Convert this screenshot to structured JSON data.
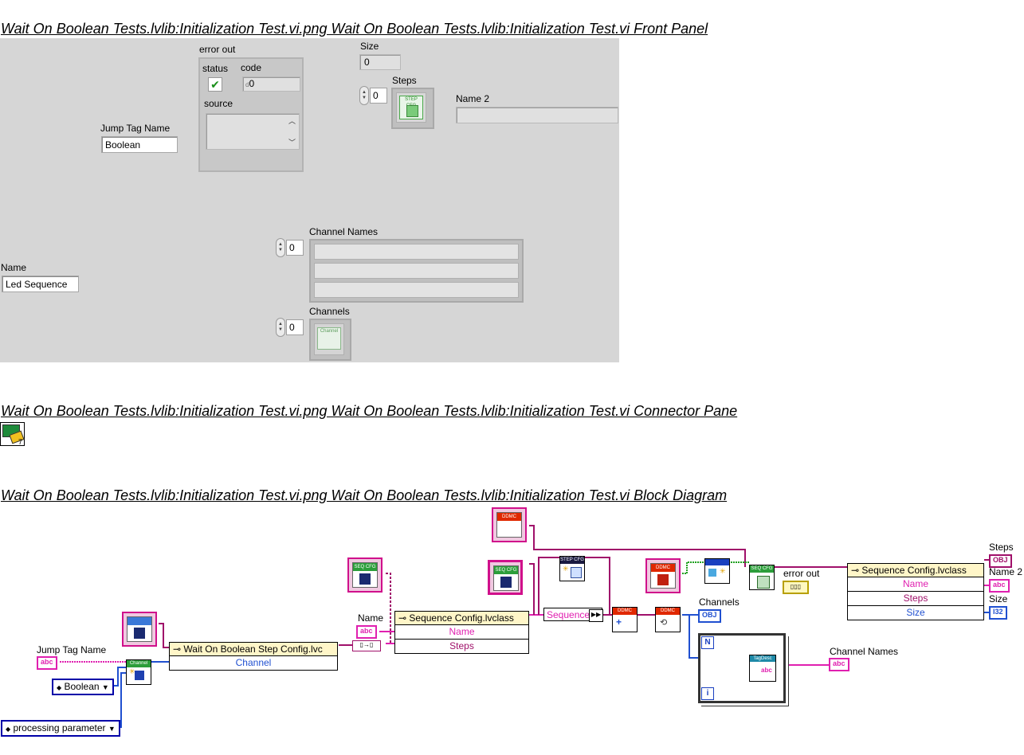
{
  "sections": {
    "front_panel_title": "Wait On Boolean Tests.lvlib:Initialization Test.vi.png  Wait On Boolean Tests.lvlib:Initialization Test.vi Front Panel",
    "connector_pane_title": "Wait On Boolean Tests.lvlib:Initialization Test.vi.png  Wait On Boolean Tests.lvlib:Initialization Test.vi Connector Pane",
    "block_diagram_title": "Wait On Boolean Tests.lvlib:Initialization Test.vi.png  Wait On Boolean Tests.lvlib:Initialization Test.vi Block Diagram"
  },
  "front_panel": {
    "error_out": {
      "label": "error out",
      "status_label": "status",
      "code_label": "code",
      "code_value": "0",
      "code_prefix": "d",
      "source_label": "source",
      "source_value": ""
    },
    "size": {
      "label": "Size",
      "value": "0"
    },
    "steps": {
      "label": "Steps",
      "index": "0",
      "element_text": "STEP CFG"
    },
    "name2": {
      "label": "Name 2",
      "value": ""
    },
    "jump_tag_name": {
      "label": "Jump Tag Name",
      "value": "Boolean"
    },
    "channel_names": {
      "label": "Channel Names",
      "index": "0"
    },
    "name": {
      "label": "Name",
      "value": "Led Sequence"
    },
    "channels": {
      "label": "Channels",
      "index": "0",
      "element_text": "Channel"
    }
  },
  "block_diagram": {
    "jump_tag_name_label": "Jump Tag Name",
    "jump_tag_terminal": "abc",
    "boolean_const": "Boolean",
    "processing_param_const": "processing parameter",
    "channel_node_label": "Channel",
    "wait_node": {
      "title": "Wait On Boolean Step Config.lvc",
      "rows": [
        "Channel"
      ]
    },
    "name_label": "Name",
    "name_terminal": "abc",
    "seq_node_1": {
      "title": "Sequence Config.lvclass",
      "rows": [
        "Name",
        "Steps"
      ]
    },
    "seq_cfg_text": "SEQ CFG",
    "step_cfg_text": "STEP CFG",
    "ddmc_text": "DDMC",
    "sequence_label": "Sequence",
    "channels_label": "Channels",
    "channels_terminal": "OBJ",
    "error_out_label": "error out",
    "error_terminal": "",
    "tag_desc_text": "TagDesc",
    "loop_n": "N",
    "loop_i": "i",
    "channel_names_label": "Channel Names",
    "channel_names_terminal": "abc",
    "seq_node_2": {
      "title": "Sequence Config.lvclass",
      "rows": [
        "Name",
        "Steps",
        "Size"
      ]
    },
    "steps_label": "Steps",
    "steps_terminal": "OBJ",
    "name2_label": "Name 2",
    "name2_terminal": "abc",
    "size_label": "Size",
    "size_terminal": "I32"
  }
}
